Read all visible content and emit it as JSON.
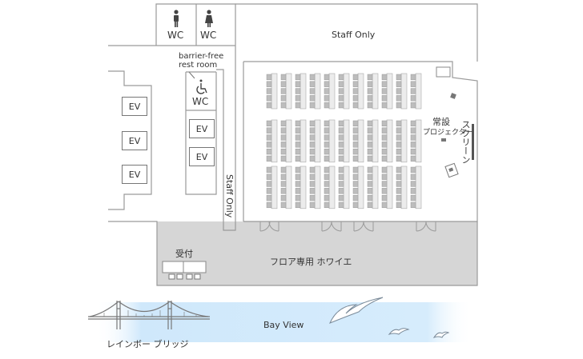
{
  "restrooms": {
    "male_label": "WC",
    "female_label": "WC",
    "barrier_free_line1": "barrier-free",
    "barrier_free_line2": "rest room",
    "barrier_free_label": "WC"
  },
  "staff": {
    "top": "Staff Only",
    "side": "Staff Only"
  },
  "elevators": {
    "left": [
      "EV",
      "EV",
      "EV"
    ],
    "center": [
      "EV",
      "EV"
    ]
  },
  "hall": {
    "projector_line1": "常設",
    "projector_line2": "プロジェクター",
    "screen_label": "スクリーン"
  },
  "foyer": {
    "label": "フロア専用 ホワイエ",
    "reception_label": "受付"
  },
  "outside": {
    "bay_label": "Bay View",
    "bridge_label": "レインボー ブリッジ"
  },
  "colors": {
    "wall": "#9a9a9a",
    "foyer": "#d6d6d6",
    "seat": "#bdbdbd",
    "water": "#dcefff"
  }
}
